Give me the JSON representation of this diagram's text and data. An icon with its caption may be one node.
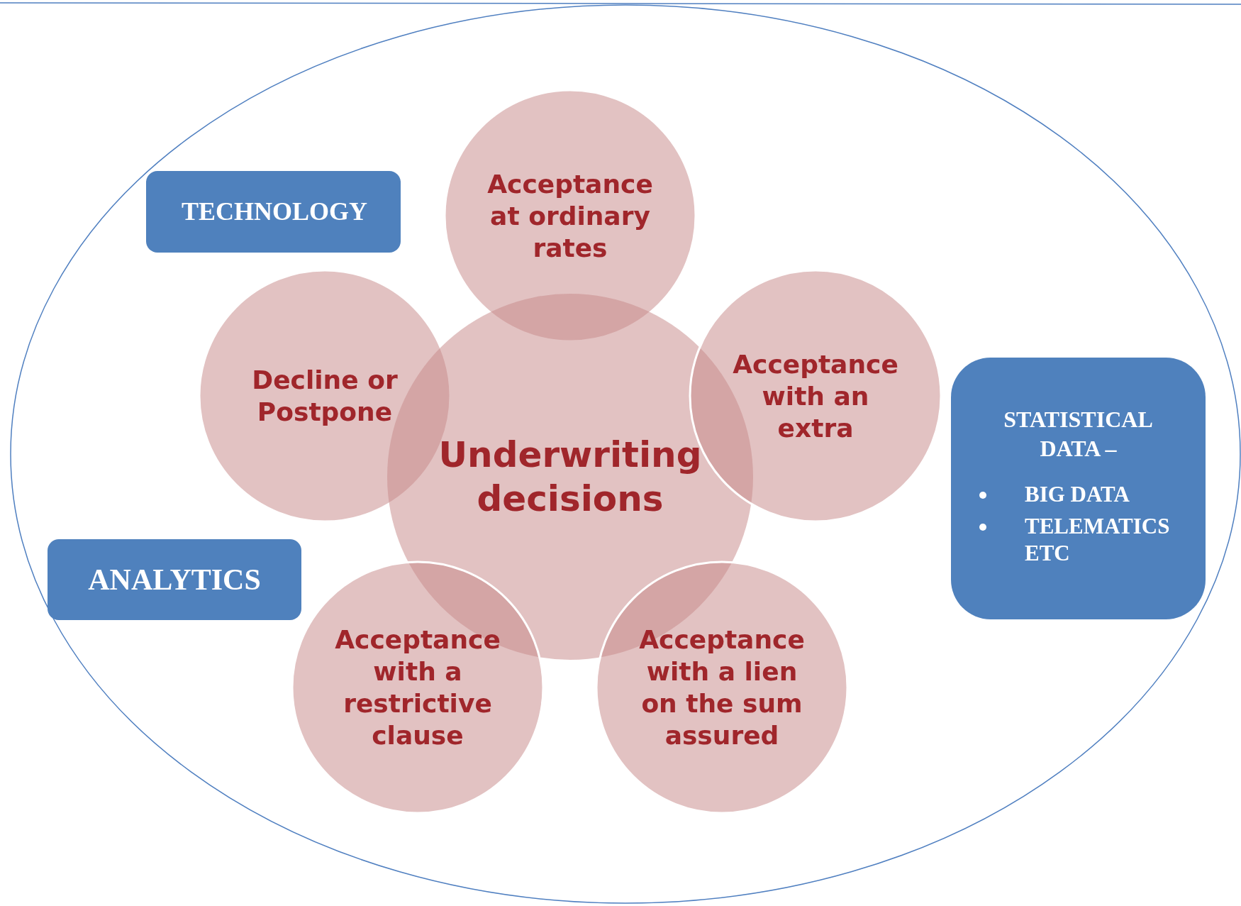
{
  "diagram": {
    "nodes": [
      {
        "text": [
          "TECHNOLOGY"
        ]
      },
      {
        "text": [
          "Acceptance at ordinary rates"
        ]
      },
      {
        "text": [
          "Decline or Postpone"
        ]
      },
      {
        "text": [
          "Underwriting decisions"
        ]
      },
      {
        "text": [
          "Acceptance with an extra"
        ]
      },
      {
        "text": [
          "STATISTICAL DATA –",
          "BIG DATA",
          "TELEMATICS ETC"
        ]
      },
      {
        "text": [
          "ANALYTICS"
        ]
      },
      {
        "text": [
          "Acceptance with a restrictive clause"
        ]
      },
      {
        "text": [
          "Acceptance with a lien on the sum assured"
        ]
      }
    ]
  }
}
